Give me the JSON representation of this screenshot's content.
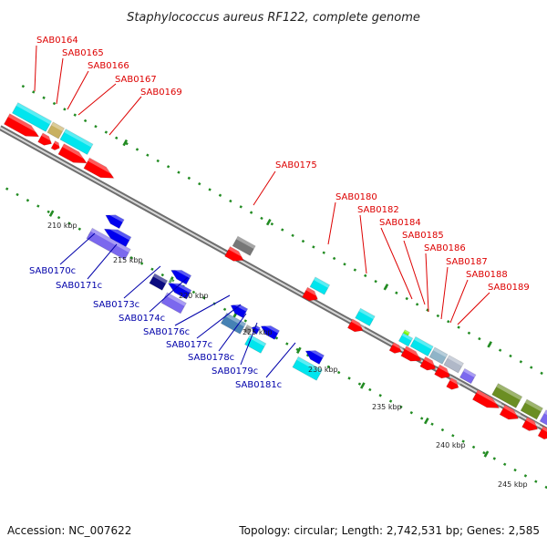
{
  "title": "Staphylococcus aureus RF122, complete genome",
  "footer": {
    "accession": "Accession: NC_007622",
    "summary": "Topology: circular; Length: 2,742,531 bp; Genes: 2,585"
  },
  "colors": {
    "forward_label": "#dd0000",
    "reverse_label": "#0000aa",
    "forward_gene": "#ff0000",
    "reverse_gene": "#0000ee",
    "rna_cyan": "#00e5ee",
    "tick": "#228b22",
    "backbone": "#888888"
  },
  "scale_ticks": [
    {
      "label": "210 kbp"
    },
    {
      "label": "215 kbp"
    },
    {
      "label": "220 kbp"
    },
    {
      "label": "225 kbp"
    },
    {
      "label": "230 kbp"
    },
    {
      "label": "235 kbp"
    },
    {
      "label": "240 kbp"
    },
    {
      "label": "245 kbp"
    }
  ],
  "forward_labels": [
    "SAB0164",
    "SAB0165",
    "SAB0166",
    "SAB0167",
    "SAB0169",
    "SAB0175",
    "SAB0180",
    "SAB0182",
    "SAB0184",
    "SAB0185",
    "SAB0186",
    "SAB0187",
    "SAB0188",
    "SAB0189"
  ],
  "reverse_labels": [
    "SAB0170c",
    "SAB0171c",
    "SAB0173c",
    "SAB0174c",
    "SAB0176c",
    "SAB0177c",
    "SAB0178c",
    "SAB0179c",
    "SAB0181c"
  ]
}
